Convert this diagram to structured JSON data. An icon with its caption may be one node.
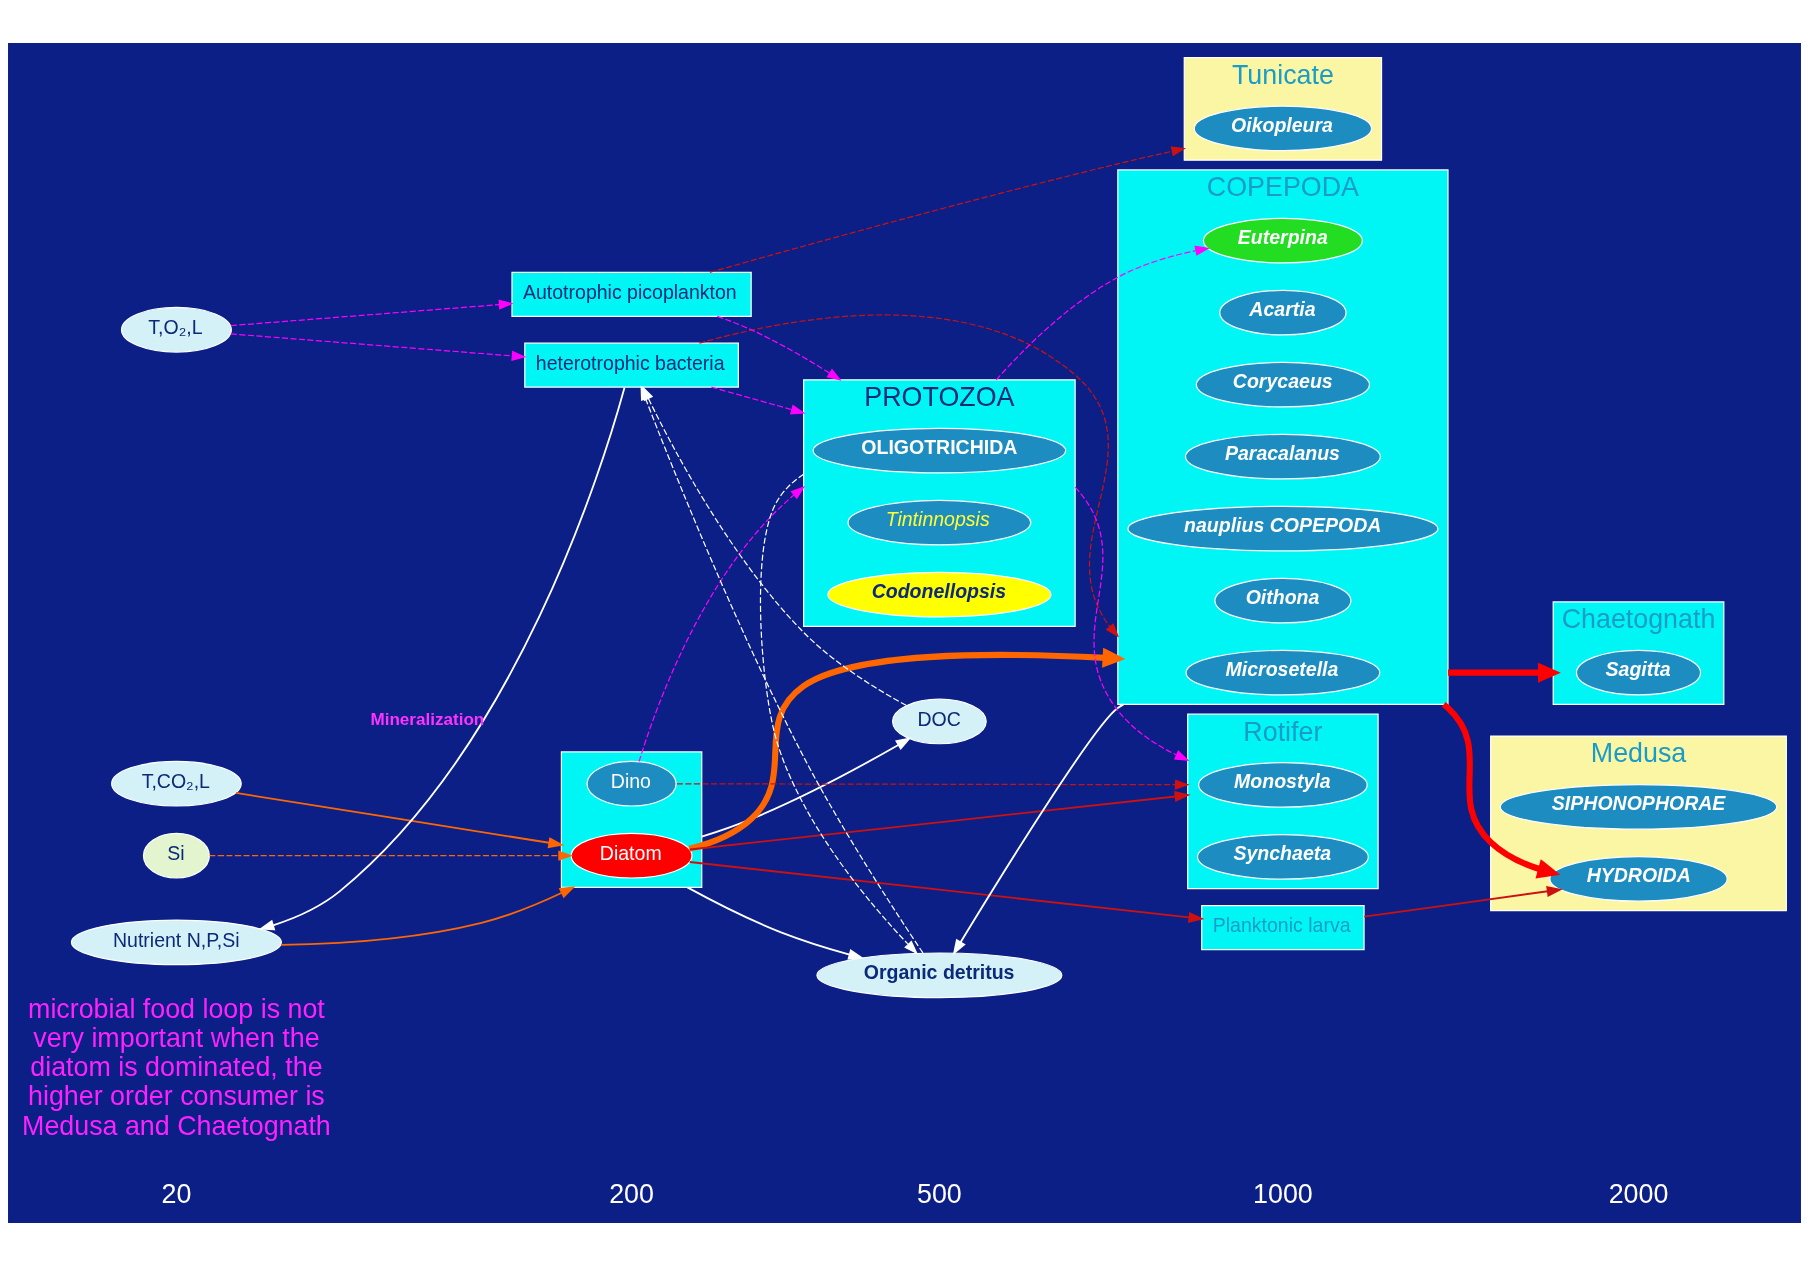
{
  "diagram": {
    "nodes": [
      {
        "text": [
          "Si"
        ]
      },
      {
        "text": [
          "T,CO₂,L"
        ]
      },
      {
        "text": [
          "Nutrient N,P,Si"
        ]
      },
      {
        "text": [],
        "shape": "box"
      },
      {
        "text": [
          "Diatom"
        ],
        "in": 3
      },
      {
        "text": [
          "Dino"
        ],
        "in": 3
      },
      {
        "text": [
          "DOC"
        ]
      },
      {
        "text": [
          "Organic detritus"
        ]
      },
      {
        "text": [
          "T,O₂,L"
        ]
      },
      {
        "text": [
          "heterotrophic bacteria"
        ]
      },
      {
        "text": [
          "Autotrophic picoplankton"
        ]
      },
      {
        "text": [
          "Medusa"
        ]
      },
      {
        "text": [
          "SIPHONOPHORAE"
        ],
        "in": 11
      },
      {
        "text": [
          "HYDROIDA"
        ],
        "in": 11
      },
      {
        "text": [
          "Tunicate"
        ]
      },
      {
        "text": [
          "Oikopleura"
        ],
        "in": 14
      },
      {
        "text": [
          "Chaetognath"
        ]
      },
      {
        "text": [
          "Sagitta"
        ],
        "in": 16
      },
      {
        "text": [
          "COPEPODA"
        ]
      },
      {
        "text": [
          "Microsetella"
        ],
        "in": 18
      },
      {
        "text": [
          "Acartia"
        ],
        "in": 18
      },
      {
        "text": [
          "Corycaeus"
        ],
        "in": 18
      },
      {
        "text": [
          "Paracalanus"
        ],
        "in": 18
      },
      {
        "text": [
          "nauplius COPEPODA"
        ],
        "in": 18
      },
      {
        "text": [
          "Oithona"
        ],
        "in": 18
      },
      {
        "text": [
          "Euterpina"
        ],
        "in": 18
      },
      {
        "text": [
          "Rotifer"
        ]
      },
      {
        "text": [
          "Monostyla"
        ],
        "in": 26
      },
      {
        "text": [
          "Synchaeta"
        ],
        "in": 26
      },
      {
        "text": [
          "Planktonic larva"
        ]
      },
      {
        "text": [
          "PROTOZOA"
        ]
      },
      {
        "text": [
          "OLIGOTRICHIDA"
        ],
        "in": 30
      },
      {
        "text": [
          "Tintinnopsis"
        ],
        "in": 30
      },
      {
        "text": [
          "Codonellopsis"
        ],
        "in": 30
      }
    ],
    "edges": [
      {
        "from": 0,
        "to": 4,
        "arrow": "to",
        "style": "dashed",
        "color": "#ff6600"
      },
      {
        "from": 1,
        "to": 3,
        "arrow": "to",
        "color": "#ff6600"
      },
      {
        "from": 2,
        "to": 3,
        "arrow": "to",
        "color": "#ff6600"
      },
      {
        "from": 4,
        "to": 18,
        "arrow": "to",
        "style": "thick",
        "color": "#ff6600"
      },
      {
        "from": 3,
        "to": 6,
        "arrow": "to",
        "color": "#ffffff"
      },
      {
        "from": 3,
        "to": 7,
        "arrow": "to",
        "color": "#ffffff"
      },
      {
        "from": 18,
        "to": 7,
        "arrow": "to",
        "color": "#ffffff"
      },
      {
        "from": 5,
        "to": 26,
        "arrow": "to",
        "style": "dashed",
        "color": "#cc1111"
      },
      {
        "from": 4,
        "to": 26,
        "arrow": "to",
        "color": "#cc1111"
      },
      {
        "from": 4,
        "to": 29,
        "arrow": "to",
        "color": "#cc1111"
      },
      {
        "from": 5,
        "to": 30,
        "arrow": "to",
        "style": "dashed",
        "color": "#ff00ff"
      },
      {
        "from": 9,
        "to": 30,
        "arrow": "to",
        "style": "dashed",
        "color": "#ff00ff"
      },
      {
        "from": 8,
        "to": 9,
        "arrow": "to",
        "style": "dashed",
        "color": "#ff00ff"
      },
      {
        "from": 8,
        "to": 10,
        "arrow": "to",
        "style": "dashed",
        "color": "#ff00ff"
      },
      {
        "from": 10,
        "to": 30,
        "arrow": "to",
        "style": "dashed",
        "color": "#ff00ff"
      },
      {
        "from": 9,
        "to": 2,
        "arrow": "to",
        "label": "Mineralization",
        "color": "#ffffff"
      },
      {
        "from": 6,
        "to": 9,
        "arrow": "to",
        "style": "dashed",
        "color": "#ffffff"
      },
      {
        "from": 7,
        "to": 9,
        "arrow": "to",
        "style": "dashed",
        "color": "#ffffff"
      },
      {
        "from": 30,
        "to": 7,
        "arrow": "to",
        "style": "dashed",
        "color": "#ffffff"
      },
      {
        "from": 10,
        "to": 14,
        "arrow": "to",
        "style": "dashed",
        "color": "#cc1111"
      },
      {
        "from": 9,
        "to": 18,
        "arrow": "to",
        "style": "dashed",
        "color": "#cc1111"
      },
      {
        "from": 30,
        "to": 26,
        "arrow": "to",
        "style": "dashed",
        "color": "#ff00ff"
      },
      {
        "from": 30,
        "to": 25,
        "arrow": "to",
        "style": "dashed",
        "color": "#ff00ff"
      },
      {
        "from": 29,
        "to": 13,
        "arrow": "to",
        "color": "#cc1111"
      },
      {
        "from": 18,
        "to": 13,
        "arrow": "to",
        "style": "thick",
        "color": "#ff0000"
      },
      {
        "from": 18,
        "to": 16,
        "arrow": "to",
        "style": "thick",
        "color": "#ff0000"
      }
    ],
    "labels": [
      "20",
      "200",
      "500",
      "1000",
      "2000",
      "microbial food loop is not very important when the diatom is dominated, the higher order consumer is Medusa and Chaetognath"
    ]
  }
}
